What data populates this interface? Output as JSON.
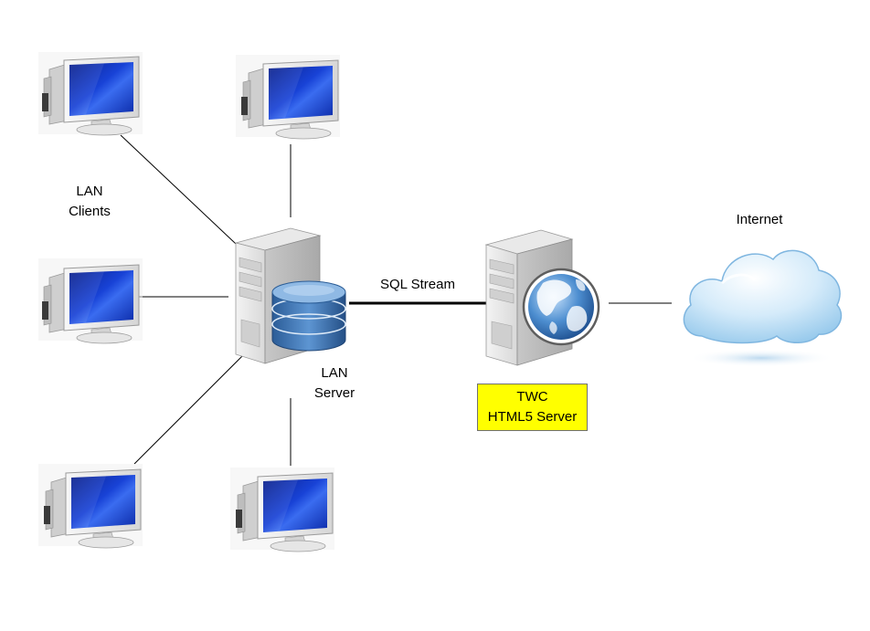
{
  "labels": {
    "lan_clients": [
      "LAN",
      "Clients"
    ],
    "lan_server": [
      "LAN",
      "Server"
    ],
    "internet": "Internet",
    "sql_stream": "SQL Stream",
    "twc_server": [
      "TWC",
      "HTML5 Server"
    ]
  },
  "nodes": {
    "clients": [
      "lan-client-1",
      "lan-client-2",
      "lan-client-3",
      "lan-client-4",
      "lan-client-5"
    ],
    "servers": [
      "lan-server",
      "twc-html5-server"
    ],
    "cloud": "internet-cloud"
  },
  "colors": {
    "twc_box_fill": "#ffff00",
    "screen_blue": "#1133b8",
    "cloud_blue": "#a9d4ef",
    "database_blue": "#3e77b5",
    "globe_blue": "#2f6fb3",
    "connector": "#000000"
  },
  "icons": [
    "monitor-icon",
    "server-tower-icon",
    "database-icon",
    "globe-icon",
    "cloud-icon"
  ]
}
